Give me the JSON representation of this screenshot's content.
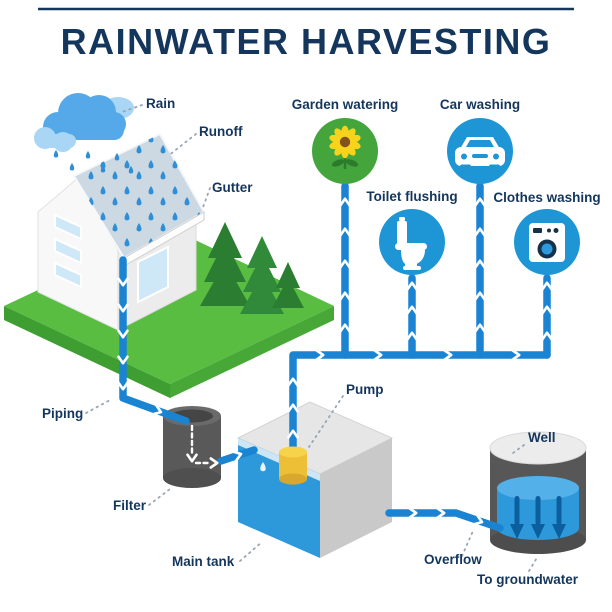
{
  "title": "RAINWATER HARVESTING",
  "labels": {
    "rain": "Rain",
    "runoff": "Runoff",
    "gutter": "Gutter",
    "piping": "Piping",
    "filter": "Filter",
    "main_tank": "Main tank",
    "pump": "Pump",
    "well": "Well",
    "overflow": "Overflow",
    "to_groundwater": "To groundwater"
  },
  "usages": [
    {
      "label": "Garden watering",
      "icon": "sunflower-icon",
      "color": "#43a53c"
    },
    {
      "label": "Car washing",
      "icon": "car-icon",
      "color": "#1e96d6"
    },
    {
      "label": "Toilet flushing",
      "icon": "toilet-icon",
      "color": "#1e96d6"
    },
    {
      "label": "Clothes washing",
      "icon": "washing-machine-icon",
      "color": "#1e96d6"
    }
  ],
  "colors": {
    "navy_text": "#14365c",
    "pipe_blue": "#1b84d2",
    "water_blue": "#2e99da",
    "raindrop_blue": "#2e8fd6",
    "cloud_blue": "#55a9e9",
    "cloud_light": "#a9d6f4",
    "grass_green": "#58bd41",
    "grass_side": "#3f9e32",
    "tree_green": "#2b7d32",
    "usage_blue": "#1e96d6",
    "usage_green": "#43a53c",
    "metal_gray": "#595959",
    "tank_gray": "#c9c9c9",
    "roof_gray": "#ccd8e2",
    "pump_yellow": "#edbf37"
  }
}
